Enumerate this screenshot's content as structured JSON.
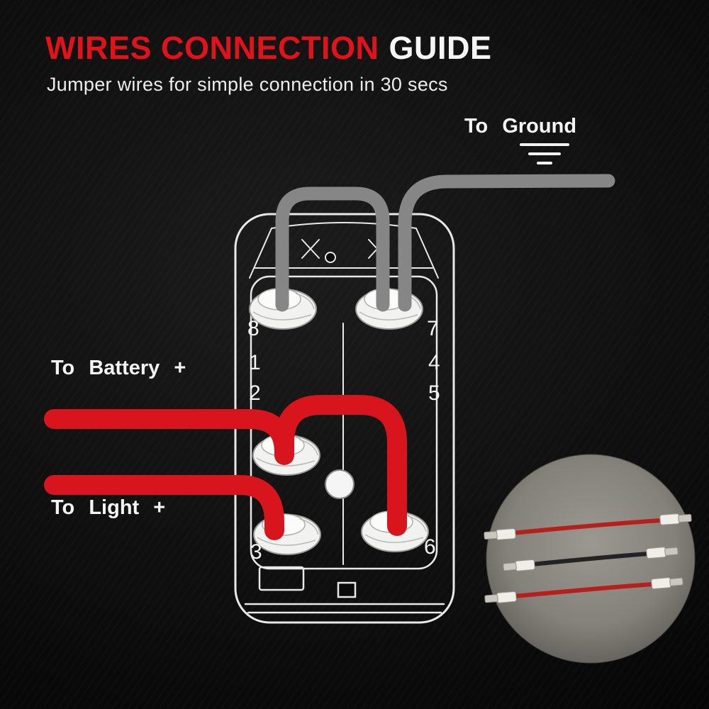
{
  "header": {
    "title_red": "WIRES CONNECTION",
    "title_rest": "GUIDE",
    "subtitle": "Jumper wires for simple connection in 30 secs"
  },
  "labels": {
    "ground": "To Ground",
    "battery": "To Battery +",
    "light": "To Light +"
  },
  "terminals": {
    "left": [
      "8",
      "1",
      "2",
      "3"
    ],
    "right": [
      "7",
      "4",
      "5",
      "6"
    ]
  },
  "icons": {
    "ground_symbol": "ground-icon",
    "inset": "jumper-wires-photo"
  },
  "colors": {
    "accent_red": "#e2121b",
    "wire_red": "#d8151c",
    "wire_gray": "#868686",
    "switch_outline": "#e8e8e8",
    "background": "#0d0d0d",
    "text": "#f2f2f2"
  }
}
